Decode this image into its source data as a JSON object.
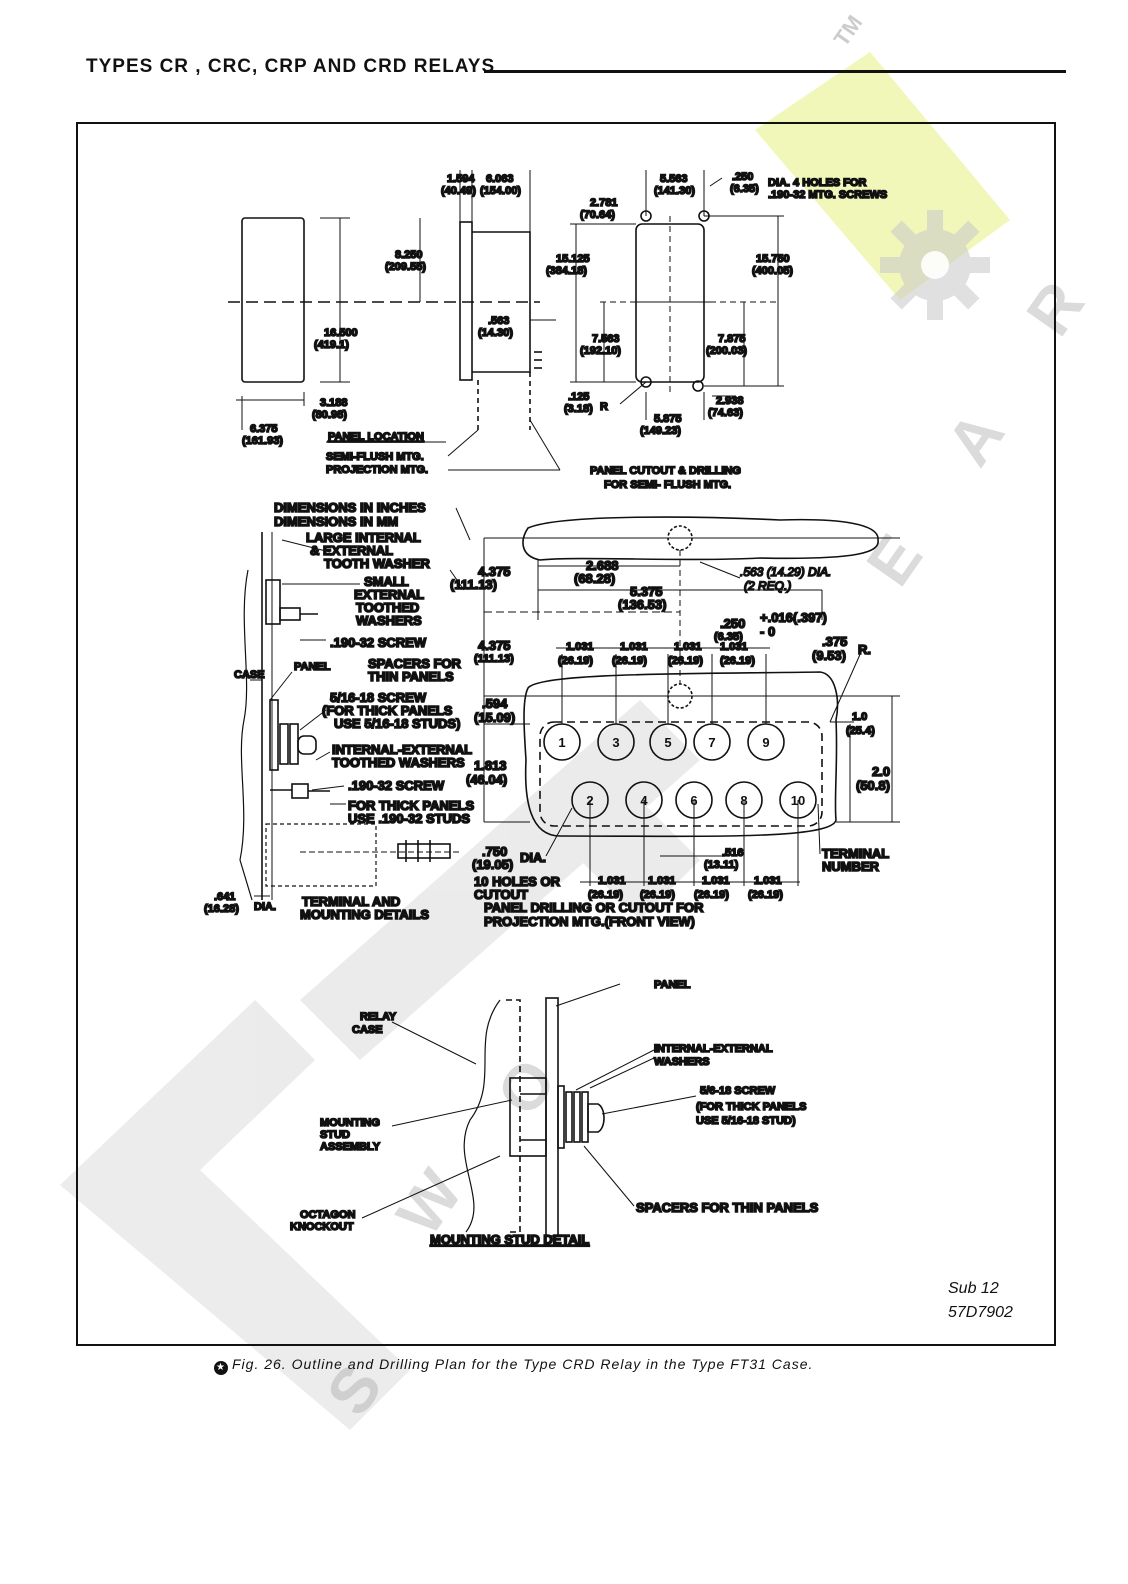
{
  "header": {
    "title": "TYPES CR , CRC, CRP AND CRD RELAYS"
  },
  "watermark": {
    "tm": "TM"
  },
  "colors": {
    "ink": "#111111",
    "watermark_gray": "#c8c8c8",
    "watermark_yellow": "#eef5a8"
  },
  "outline": {
    "dims": {
      "d1594": "1.594",
      "d1594mm": "(40.49)",
      "d6063": "6.063",
      "d6063mm": "(154.00)",
      "d8250": "8.250",
      "d8250mm": "(209.55)",
      "d16500": "16.500",
      "d16500mm": "(419.1)",
      "d563": ".563",
      "d563mm": "(14.30)",
      "d3188": "3.188",
      "d3188mm": "(80.98)",
      "d6375": "6.375",
      "d6375mm": "(161.93)"
    },
    "panel_location": "PANEL LOCATION",
    "semi_flush": "SEMI-FLUSH MTG.",
    "projection": "PROJECTION MTG."
  },
  "cutout": {
    "dims": {
      "d5563": "5.563",
      "d5563mm": "(141.30)",
      "d250": ".250",
      "d250mm": "(6.35)",
      "d2781": "2.781",
      "d2781mm": "(70.64)",
      "d15125": "15.125",
      "d15125mm": "(384.18)",
      "d15750": "15.750",
      "d15750mm": "(400.05)",
      "d7563": "7.563",
      "d7563mm": "(192.10)",
      "d7875": "7.875",
      "d7875mm": "(200.03)",
      "d125": ".125",
      "d125mm": "(3.18)",
      "d5875": "5.875",
      "d5875mm": "(149.23)",
      "d2938": "2.938",
      "d2938mm": "(74.63)",
      "r": "R"
    },
    "holes_note_1": "DIA. 4 HOLES FOR",
    "holes_note_2": ".190-32 MTG. SCREWS",
    "title_1": "PANEL CUTOUT & DRILLING",
    "title_2": "FOR SEMI- FLUSH MTG."
  },
  "details": {
    "dim_in": "DIMENSIONS IN INCHES",
    "dim_mm": "DIMENSIONS IN MM",
    "washer_1": "LARGE INTERNAL",
    "washer_2": "& EXTERNAL",
    "washer_3": "TOOTH WASHER",
    "small_1": "SMALL",
    "small_2": "EXTERNAL",
    "small_3": "TOOTHED",
    "small_4": "WASHERS",
    "screw190": ".190-32 SCREW",
    "case": "CASE",
    "panel": "PANEL",
    "spacers_1": "SPACERS FOR",
    "spacers_2": "THIN PANELS",
    "screw516_1": "5/16-18 SCREW",
    "screw516_2": "(FOR THICK PANELS",
    "screw516_3": "USE 5/16-18 STUDS)",
    "ie_1": "INTERNAL-EXTERNAL",
    "ie_2": "TOOTHED WASHERS",
    "screw190b": ".190-32 SCREW",
    "thick_1": "FOR THICK PANELS",
    "thick_2": "USE .190-32 STUDS",
    "d641": ".641",
    "d641mm": "(16.28)",
    "dia": "DIA.",
    "term_1": "TERMINAL AND",
    "term_2": "MOUNTING DETAILS"
  },
  "drilling": {
    "d4375a": "4.375",
    "d4375amm": "(111.13)",
    "d4375b": "4.375",
    "d4375bmm": "(111.13)",
    "d2688": "2.688",
    "d2688mm": "(68.28)",
    "d5375": "5.375",
    "d5375mm": "(136.53)",
    "hole_note_1": ".563 (14.29) DIA.",
    "hole_note_2": "(2 REQ.)",
    "tol_1": ".250",
    "tol_2": "(6.35)",
    "tol_3": "+.016(.397)",
    "tol_4": "- 0",
    "d375": ".375",
    "d375mm": "(9.53)",
    "r": "R.",
    "top_pitch": [
      "1.031",
      "1.031",
      "1.031",
      "1.031"
    ],
    "top_pitch_mm": [
      "(26.19)",
      "(26.19)",
      "(26.19)",
      "(26.19)"
    ],
    "d594": ".594",
    "d594mm": "(15.09)",
    "d1813": "1.813",
    "d1813mm": "(46.04)",
    "d10": "1.0",
    "d10mm": "(25.4)",
    "d20": "2.0",
    "d20mm": "(50.8)",
    "terminals_top": [
      "1",
      "3",
      "5",
      "7",
      "9"
    ],
    "terminals_bottom": [
      "2",
      "4",
      "6",
      "8",
      "10"
    ],
    "d750": ".750",
    "d750mm": "(19.05)",
    "dia": "DIA.",
    "holes_1": "10 HOLES OR",
    "holes_2": "CUTOUT",
    "d516": ".516",
    "d516mm": "(13.11)",
    "bottom_pitch": [
      "1.031",
      "1.031",
      "1.031",
      "1.031"
    ],
    "bottom_pitch_mm": [
      "(26.19)",
      "(26.19)",
      "(26.19)",
      "(26.19)"
    ],
    "term_num_1": "TERMINAL",
    "term_num_2": "NUMBER",
    "title_1": "PANEL DRILLING OR CUTOUT FOR",
    "title_2": "PROJECTION MTG.(FRONT VIEW)"
  },
  "stud": {
    "panel": "PANEL",
    "relay_1": "RELAY",
    "relay_2": "CASE",
    "ie_1": "INTERNAL-EXTERNAL",
    "ie_2": "WASHERS",
    "screw_1": "5/6-18 SCREW",
    "screw_2": "(FOR THICK PANELS",
    "screw_3": "USE 5/16-18 STUD)",
    "msa_1": "MOUNTING",
    "msa_2": "STUD",
    "msa_3": "ASSEMBLY",
    "spacers": "SPACERS FOR THIN PANELS",
    "oct_1": "OCTAGON",
    "oct_2": "KNOCKOUT",
    "title": "MOUNTING STUD DETAIL"
  },
  "footer": {
    "sub": "Sub 12",
    "drawing_no": "57D7902"
  },
  "caption": {
    "symbol": "★",
    "text": "Fig. 26. Outline and Drilling Plan for the Type CRD Relay in the Type FT31 Case."
  }
}
